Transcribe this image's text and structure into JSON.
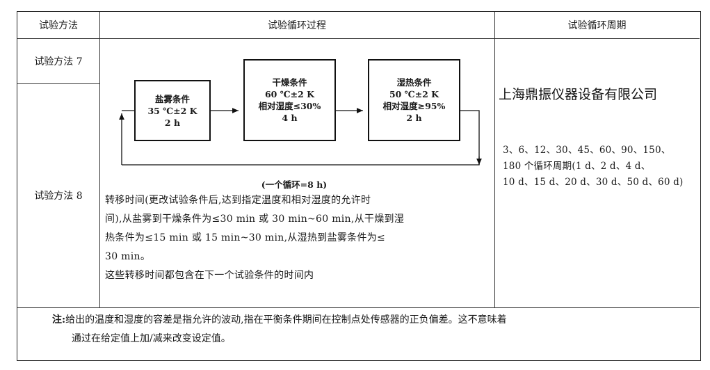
{
  "header": {
    "col1": "试验方法",
    "col2": "试验循环过程",
    "col3": "试验循环周期"
  },
  "rows": {
    "method7": "试验方法 7",
    "method8": "试验方法 8"
  },
  "diagram": {
    "box1": {
      "line1": "盐雾条件",
      "line2": "35 ℃±2 K",
      "line3": "2 h"
    },
    "box2": {
      "line1": "干燥条件",
      "line2": "60 ℃±2 K",
      "line3": "相对湿度≤30%",
      "line4": "4 h"
    },
    "box3": {
      "line1": "湿热条件",
      "line2": "50 ℃±2 K",
      "line3": "相对湿度≥95%",
      "line4": "2 h"
    },
    "cycle_label": "(一个循环=8 h)"
  },
  "transfer_text": {
    "line1": "转移时间(更改试验条件后,达到指定温度和相对湿度的允许时",
    "line2": "间),从盐雾到干燥条件为≤30 min 或 30 min~60 min,从干燥到湿",
    "line3": "热条件为≤15 min 或 15 min~30 min,从湿热到盐雾条件为≤",
    "line4": "30 min。",
    "line5": "这些转移时间都包含在下一个试验条件的时间内"
  },
  "company": "上海鼎振仪器设备有限公司",
  "cycles": {
    "line1": "3、6、12、30、45、60、90、150、",
    "line2": "180 个循环周期(1 d、2 d、4 d、",
    "line3": "10 d、15 d、20 d、30 d、50 d、60 d)"
  },
  "note": {
    "label": "注:",
    "line1": "给出的温度和湿度的容差是指允许的波动,指在平衡条件期间在控制点处传感器的正负偏差。这不意味着",
    "line2": "通过在给定值上加/减来改变设定值。"
  }
}
